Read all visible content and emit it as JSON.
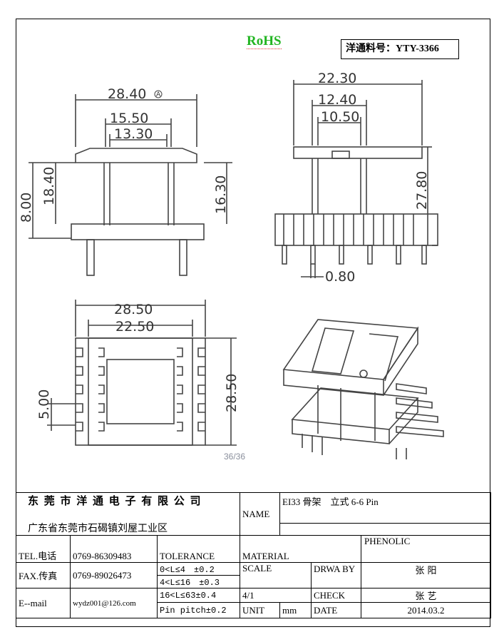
{
  "header": {
    "rohs": "RoHS",
    "part_no": "洋通料号：YTY-3366"
  },
  "drawing": {
    "dims": {
      "A": "28.40",
      "B": "15.50",
      "C": "13.30",
      "D": "18.40",
      "E": "8.00",
      "F": "16.30",
      "G": "27.80",
      "H": "0.80",
      "I": "22.30",
      "J": "12.40",
      "K": "10.50",
      "L": "28.50",
      "M": "22.50",
      "N": "5.00",
      "O": "28.50"
    },
    "page_indicator": "36/36"
  },
  "title_block": {
    "company": "东 莞 市 洋 通 电 子 有 限 公 司",
    "address": "广东省东莞市石碣镇刘屋工业区",
    "name_label": "NAME",
    "name_value": "EI33 骨架　立式 6-6 Pin",
    "tel_label": "TEL.电话",
    "tel_value": "0769-86309483",
    "tolerance_label": "TOLERANCE",
    "material_label": "MATERIAL",
    "material_value": "PHENOLIC",
    "fax_label": "FAX.传真",
    "fax_value": "0769-89026473",
    "tol_1": "0<L≤4　±0.2",
    "tol_2": "4<L≤16　±0.3",
    "tol_3": "16<L≤63±0.4",
    "scale_label": "SCALE",
    "scale_value": "4/1",
    "drawn_label": "DRWA BY",
    "drawn_value": "张 阳",
    "check_label": "CHECK",
    "check_value": "张 艺",
    "email_label": "E--mail",
    "email_value": "wydz001@126.com",
    "pin_pitch": "Pin pitch±0.2",
    "unit_label": "UNIT",
    "unit_value": "mm",
    "date_label": "DATE",
    "date_value": "2014.03.2"
  }
}
